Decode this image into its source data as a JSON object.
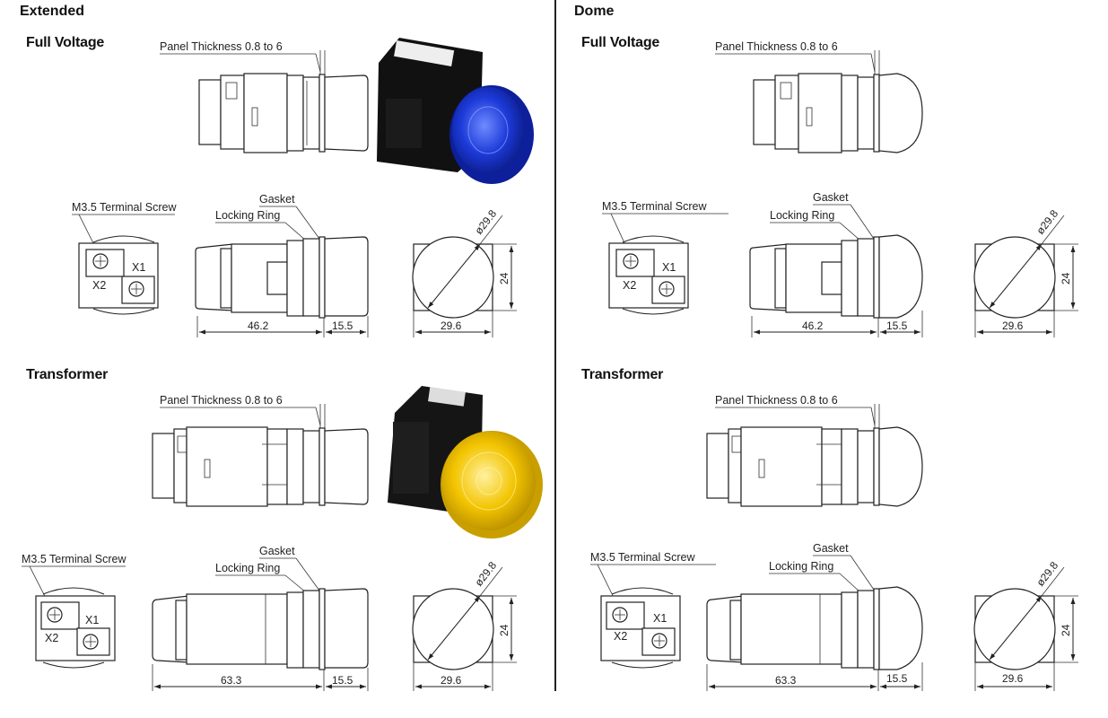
{
  "left": {
    "title": "Extended",
    "sections": [
      {
        "title": "Full Voltage",
        "panel_label": "Panel Thickness 0.8 to 6",
        "screw_label": "M3.5 Terminal Screw",
        "gasket_label": "Gasket",
        "ring_label": "Locking Ring",
        "x1": "X1",
        "x2": "X2",
        "len_dim": "46.2",
        "lens_dim": "15.5",
        "dia_dim": "ø29.8",
        "height_dim": "24",
        "width_dim": "29.6",
        "photo_color": "#1f3fd6"
      },
      {
        "title": "Transformer",
        "panel_label": "Panel Thickness 0.8 to 6",
        "screw_label": "M3.5 Terminal Screw",
        "gasket_label": "Gasket",
        "ring_label": "Locking Ring",
        "x1": "X1",
        "x2": "X2",
        "len_dim": "63.3",
        "lens_dim": "15.5",
        "dia_dim": "ø29.8",
        "height_dim": "24",
        "width_dim": "29.6",
        "photo_color": "#f2c200"
      }
    ]
  },
  "right": {
    "title": "Dome",
    "sections": [
      {
        "title": "Full Voltage",
        "panel_label": "Panel Thickness 0.8 to 6",
        "screw_label": "M3.5 Terminal Screw",
        "gasket_label": "Gasket",
        "ring_label": "Locking Ring",
        "x1": "X1",
        "x2": "X2",
        "len_dim": "46.2",
        "lens_dim": "15.5",
        "dia_dim": "ø29.8",
        "height_dim": "24",
        "width_dim": "29.6"
      },
      {
        "title": "Transformer",
        "panel_label": "Panel Thickness 0.8 to 6",
        "screw_label": "M3.5 Terminal Screw",
        "gasket_label": "Gasket",
        "ring_label": "Locking Ring",
        "x1": "X1",
        "x2": "X2",
        "len_dim": "63.3",
        "lens_dim": "15.5",
        "dia_dim": "ø29.8",
        "height_dim": "24",
        "width_dim": "29.6"
      }
    ]
  }
}
